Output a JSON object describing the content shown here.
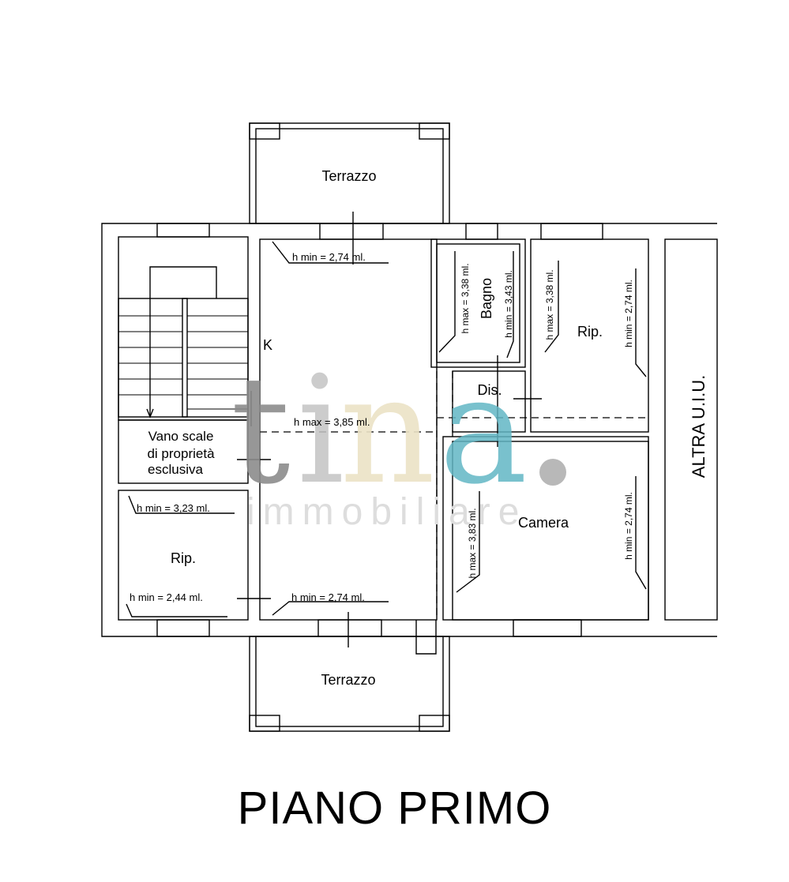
{
  "plan": {
    "title": "PIANO PRIMO",
    "rooms": {
      "terrazzo_top": "Terrazzo",
      "terrazzo_bottom": "Terrazzo",
      "stair_line1": "Vano scale",
      "stair_line2": "di proprietà",
      "stair_line3": "esclusiva",
      "rip_left": "Rip.",
      "bagno": "Bagno",
      "dis": "Dis.",
      "rip_right": "Rip.",
      "camera": "Camera",
      "altra": "ALTRA U.I.U.",
      "kitchen_mark": "K"
    },
    "heights": {
      "main_top": "h min = 2,74 ml.",
      "main_mid": "h max = 3,85 ml.",
      "main_bottom": "h min = 2,74 ml.",
      "rip_left_top": "h min = 3,23 ml.",
      "rip_left_bottom": "h min = 2,44 ml.",
      "bagno_max": "h max = 3,38 ml.",
      "bagno_min": "h min = 3,43 ml.",
      "rip_right_max": "h max = 3,38 ml.",
      "rip_right_min": "h min = 2,74 ml.",
      "camera_max": "h max = 3,83 ml.",
      "camera_min": "h min = 2,74 ml."
    }
  },
  "watermark": {
    "letters": [
      "t",
      "i",
      "n",
      "a",
      "."
    ],
    "sub": "immobiliare",
    "colors": {
      "t": "#8c8c8c",
      "i": "#bdbdbd",
      "n": "#e6dfc4",
      "a": "#5fb6c4",
      "dot": "#a9a9a9"
    }
  }
}
